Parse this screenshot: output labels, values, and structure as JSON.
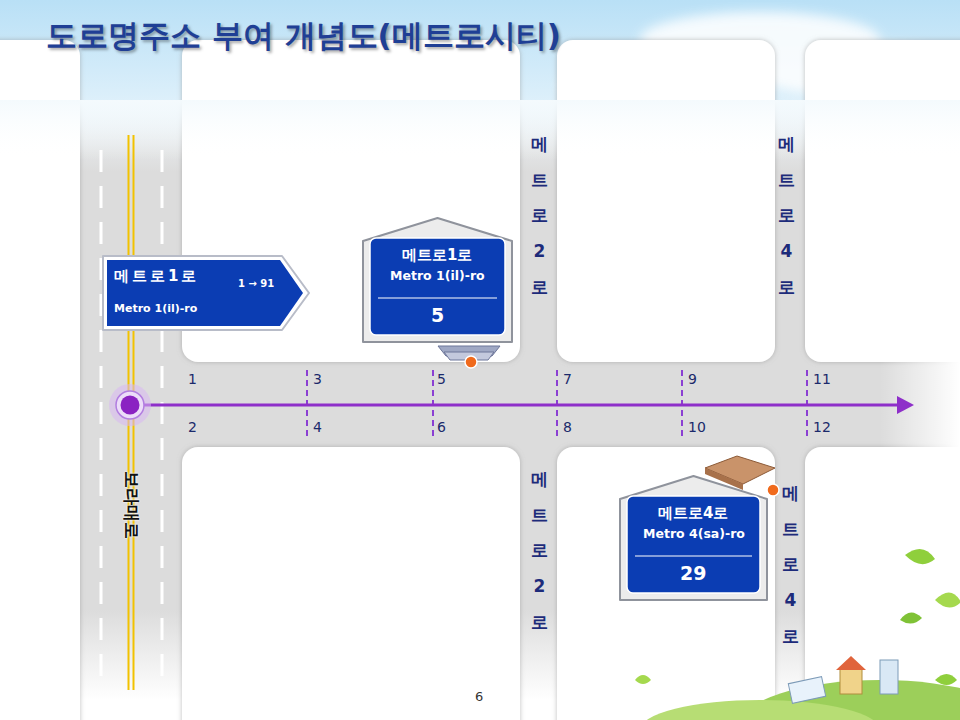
{
  "diagram": {
    "title": "도로명주소 부여 개념도(메트로시티)",
    "nodes": [
      {
        "text": [
          "메트로1로",
          "Metro 1(il)-ro",
          "1 → 91"
        ]
      },
      {
        "text": [
          "메트로1로",
          "Metro 1(il)-ro",
          "5"
        ]
      },
      {
        "text": [
          "메트로4로",
          "Metro 4(sa)-ro",
          "29"
        ]
      }
    ],
    "labels": [
      "메트로2로",
      "메트로4로",
      "1",
      "3",
      "5",
      "7",
      "9",
      "11",
      "2",
      "4",
      "6",
      "8",
      "10",
      "12",
      "보라매로",
      "메트로2로",
      "메트로4로",
      "6"
    ]
  }
}
